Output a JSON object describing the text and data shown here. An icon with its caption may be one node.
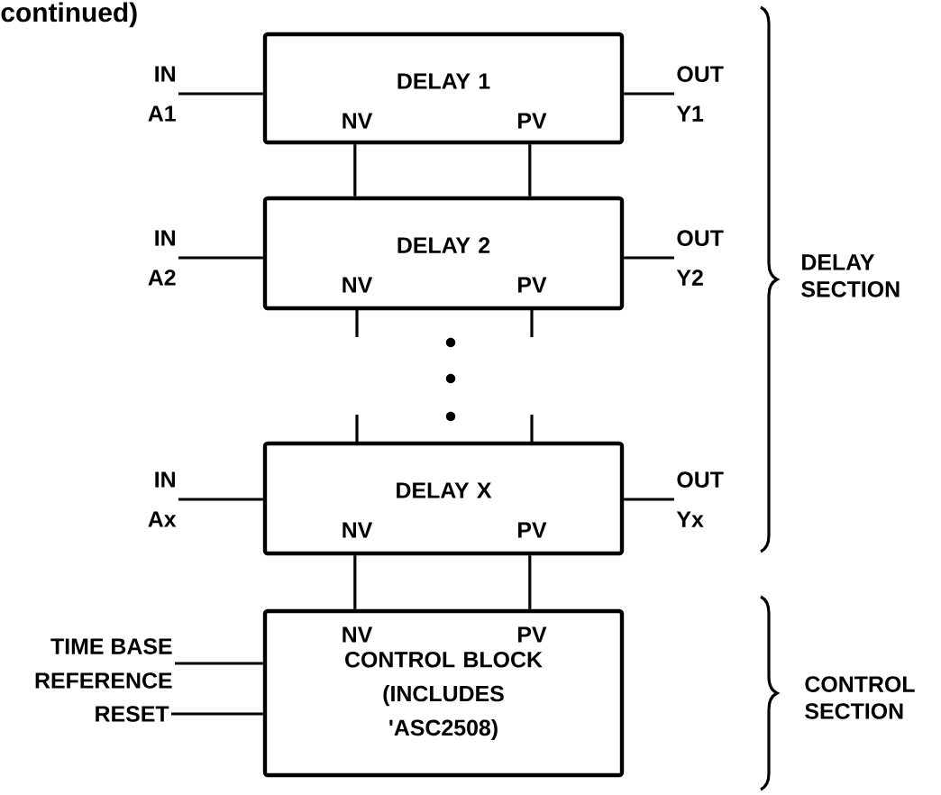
{
  "diagram": {
    "title": "continued)",
    "nodes": [
      {
        "text": [
          "DELAY 1",
          "NV",
          "PV"
        ]
      },
      {
        "text": [
          "IN",
          "A1"
        ]
      },
      {
        "text": [
          "OUT",
          "Y1"
        ]
      },
      {
        "text": [
          "DELAY 2",
          "NV",
          "PV"
        ]
      },
      {
        "text": [
          "IN",
          "A2"
        ]
      },
      {
        "text": [
          "OUT",
          "Y2"
        ]
      },
      {
        "text": [
          "DELAY X",
          "NV",
          "PV"
        ]
      },
      {
        "text": [
          "IN",
          "Ax"
        ]
      },
      {
        "text": [
          "OUT",
          "Yx"
        ]
      },
      {
        "text": [
          "NV",
          "PV",
          "CONTROL BLOCK (INCLUDES 'ASC2508)"
        ]
      },
      {
        "text": [
          "TIME BASE REFERENCE"
        ]
      },
      {
        "text": [
          "RESET"
        ]
      }
    ],
    "edges": [
      {
        "from": 1,
        "to": 0,
        "arrow": "none"
      },
      {
        "from": 0,
        "to": 2,
        "arrow": "none"
      },
      {
        "from": 0,
        "to": 3,
        "arrow": "none"
      },
      {
        "from": 0,
        "to": 3,
        "arrow": "none"
      },
      {
        "from": 4,
        "to": 3,
        "arrow": "none"
      },
      {
        "from": 3,
        "to": 5,
        "arrow": "none"
      },
      {
        "from": 7,
        "to": 6,
        "arrow": "none"
      },
      {
        "from": 6,
        "to": 8,
        "arrow": "none"
      },
      {
        "from": 6,
        "to": 9,
        "arrow": "none"
      },
      {
        "from": 6,
        "to": 9,
        "arrow": "none"
      },
      {
        "from": 10,
        "to": 9,
        "arrow": "none"
      },
      {
        "from": 11,
        "to": 9,
        "arrow": "none"
      }
    ],
    "labels": [
      "DELAY SECTION",
      "CONTROL SECTION"
    ]
  }
}
